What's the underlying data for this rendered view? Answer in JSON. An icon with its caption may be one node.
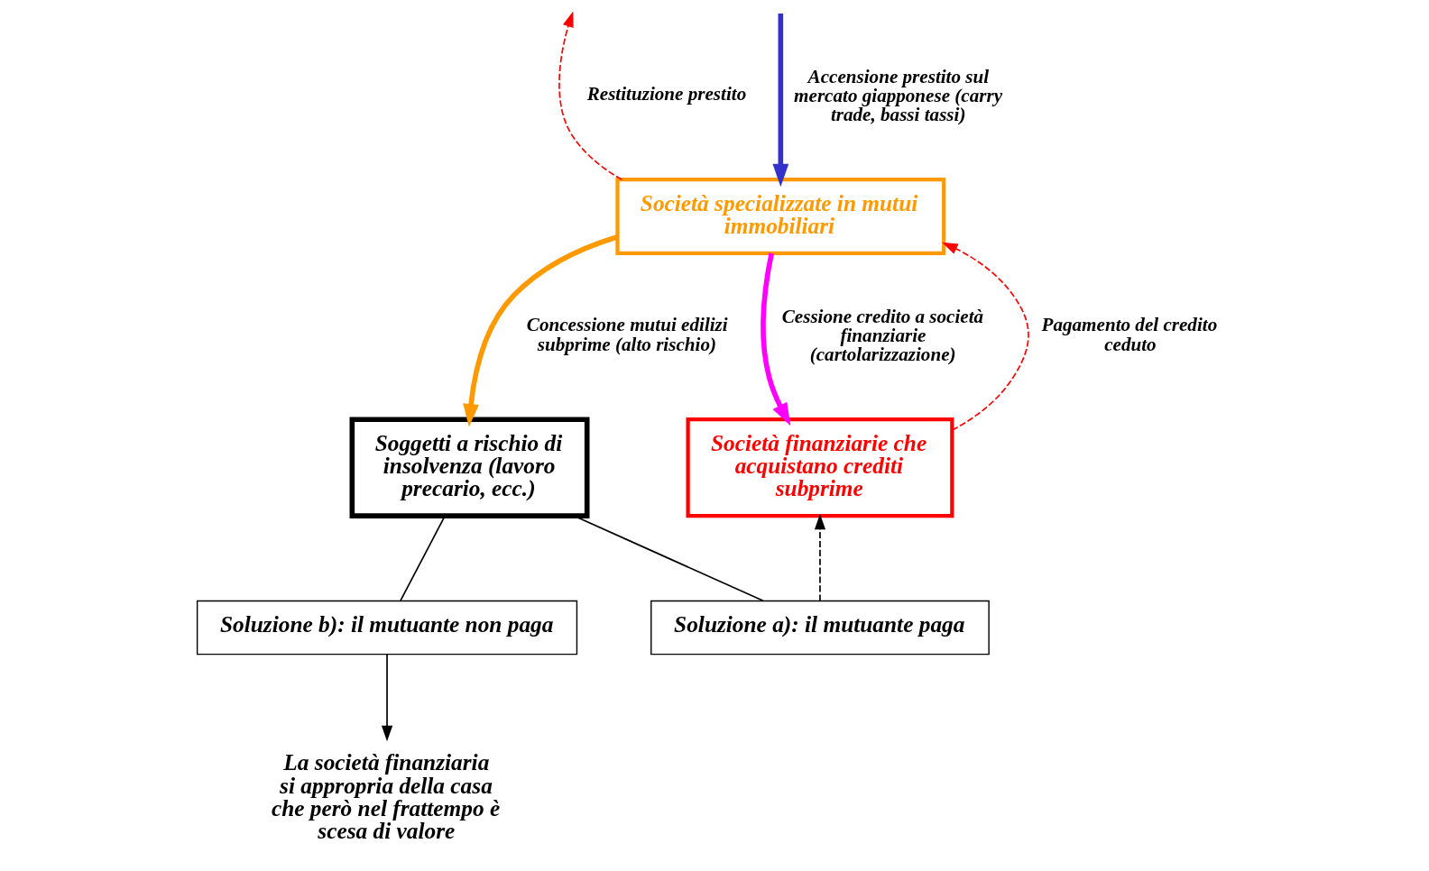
{
  "diagram": {
    "nodes": [
      {
        "text": [
          "Società specializzate in mutui immobiliari"
        ]
      },
      {
        "text": [
          "Soggetti a rischio di insolvenza (lavoro precario, ecc.)"
        ]
      },
      {
        "text": [
          "Società finanziarie che acquistano crediti subprime"
        ]
      },
      {
        "text": [
          "Soluzione a): il mutuante paga"
        ]
      },
      {
        "text": [
          "Soluzione b): il mutuante non paga"
        ]
      },
      {
        "text": [
          "La società finanziaria si appropria della casa che però nel frattempo è scesa di valore"
        ]
      }
    ],
    "edges": [
      {
        "from": 0,
        "to": null,
        "arrow": "to",
        "label": "Restituzione prestito",
        "style": "dashed",
        "color": "#ff0000"
      },
      {
        "from": null,
        "to": 0,
        "arrow": "to",
        "label": "Accensione prestito sul mercato giapponese (carry trade, bassi tassi)",
        "style": "thick",
        "color": "#3333cc"
      },
      {
        "from": 0,
        "to": 1,
        "arrow": "to",
        "label": "Concessione mutui edilizi subprime (alto rischio)",
        "style": "thick",
        "color": "#ff9900"
      },
      {
        "from": 0,
        "to": 2,
        "arrow": "to",
        "label": "Cessione credito a società finanziarie (cartolarizzazione)",
        "style": "thick",
        "color": "#ff00ff"
      },
      {
        "from": 2,
        "to": 0,
        "arrow": "to",
        "label": "Pagamento del credito ceduto",
        "style": "dashed",
        "color": "#ff0000"
      },
      {
        "from": 1,
        "to": 3,
        "arrow": "none"
      },
      {
        "from": 1,
        "to": 4,
        "arrow": "none"
      },
      {
        "from": 3,
        "to": 2,
        "arrow": "to",
        "style": "dashed"
      },
      {
        "from": 4,
        "to": 5,
        "arrow": "to"
      }
    ]
  }
}
